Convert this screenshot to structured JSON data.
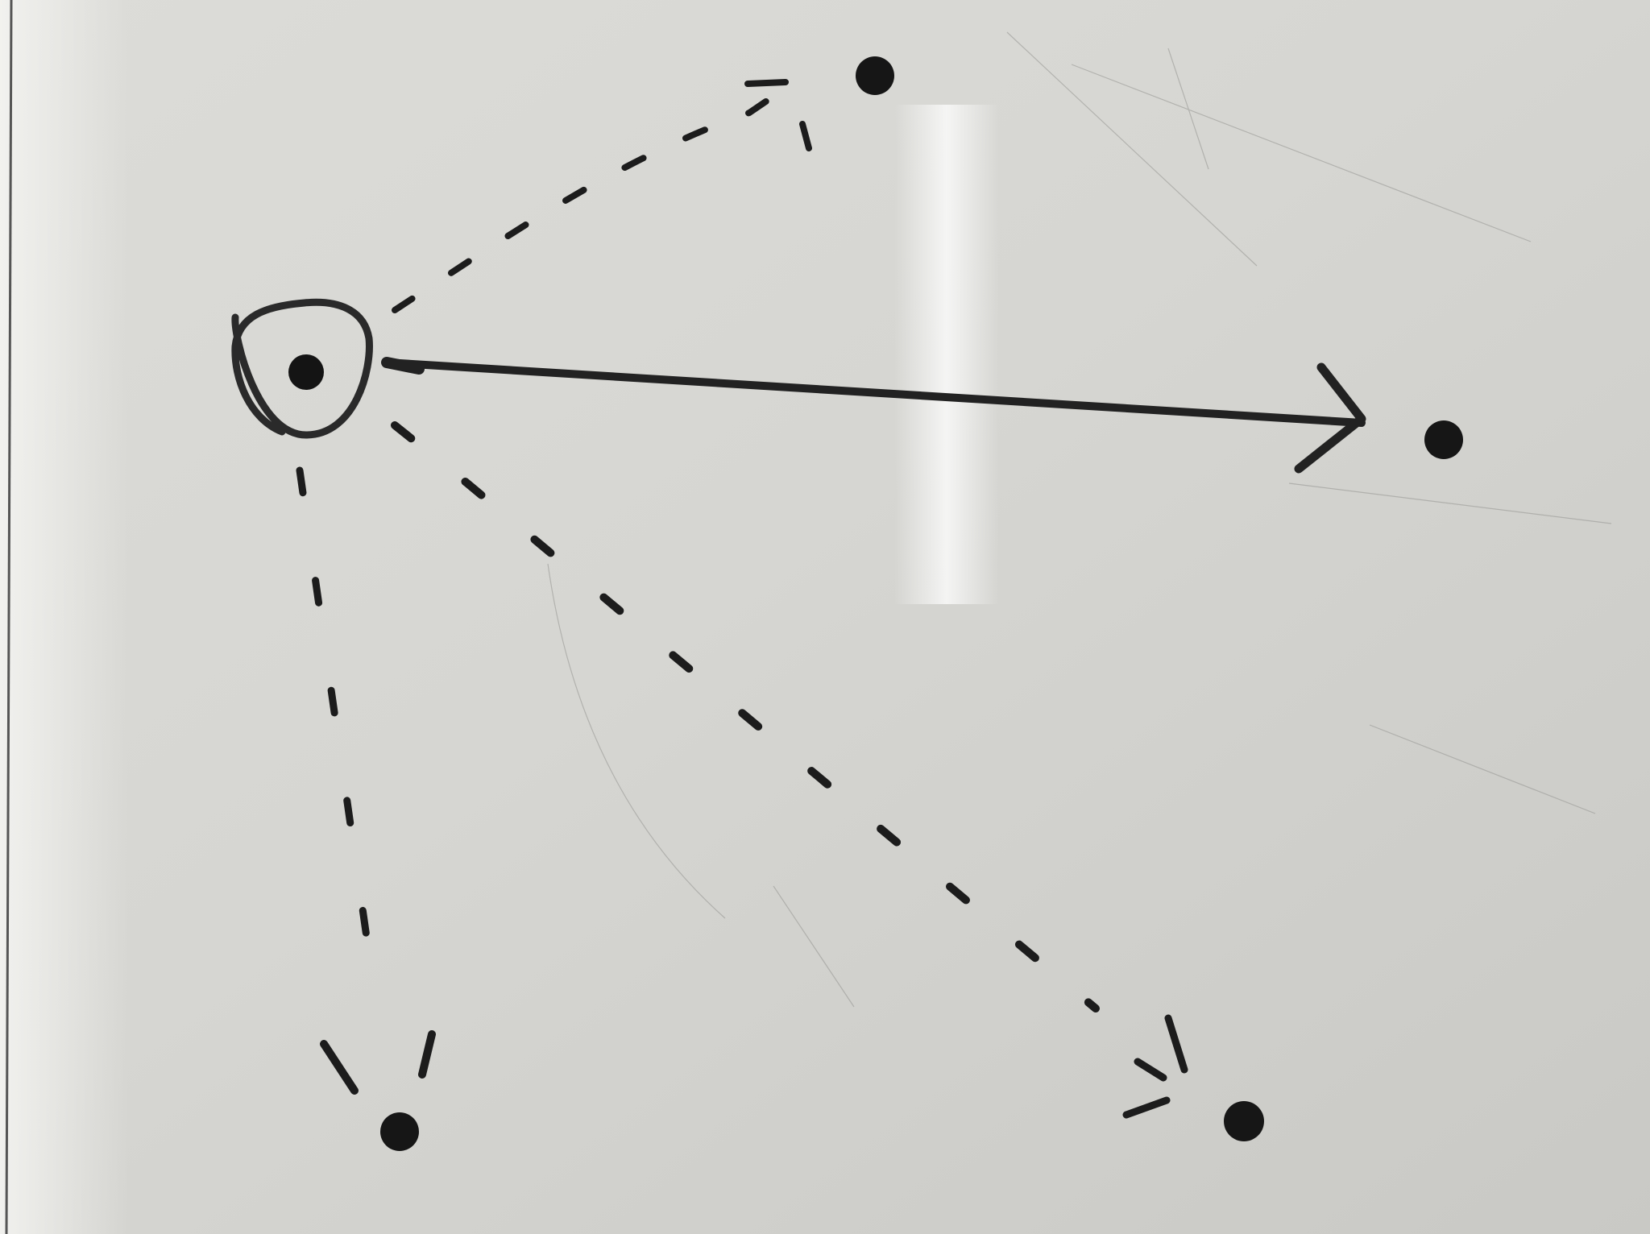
{
  "scene": {
    "description_visible_text": "",
    "board_color": "#d3d3cf",
    "ink_color": "#1a1a1a",
    "highlight_color": "#f6f6f3",
    "dots": [
      "top-dot",
      "source-dot",
      "right-dot",
      "bottom-left-dot",
      "bottom-right-dot"
    ],
    "paths": [
      "solid-arrow-to-right-dot",
      "dashed-path-to-top-dot",
      "dashed-path-to-bottom-left-dot",
      "dashed-path-to-bottom-right-dot"
    ]
  }
}
